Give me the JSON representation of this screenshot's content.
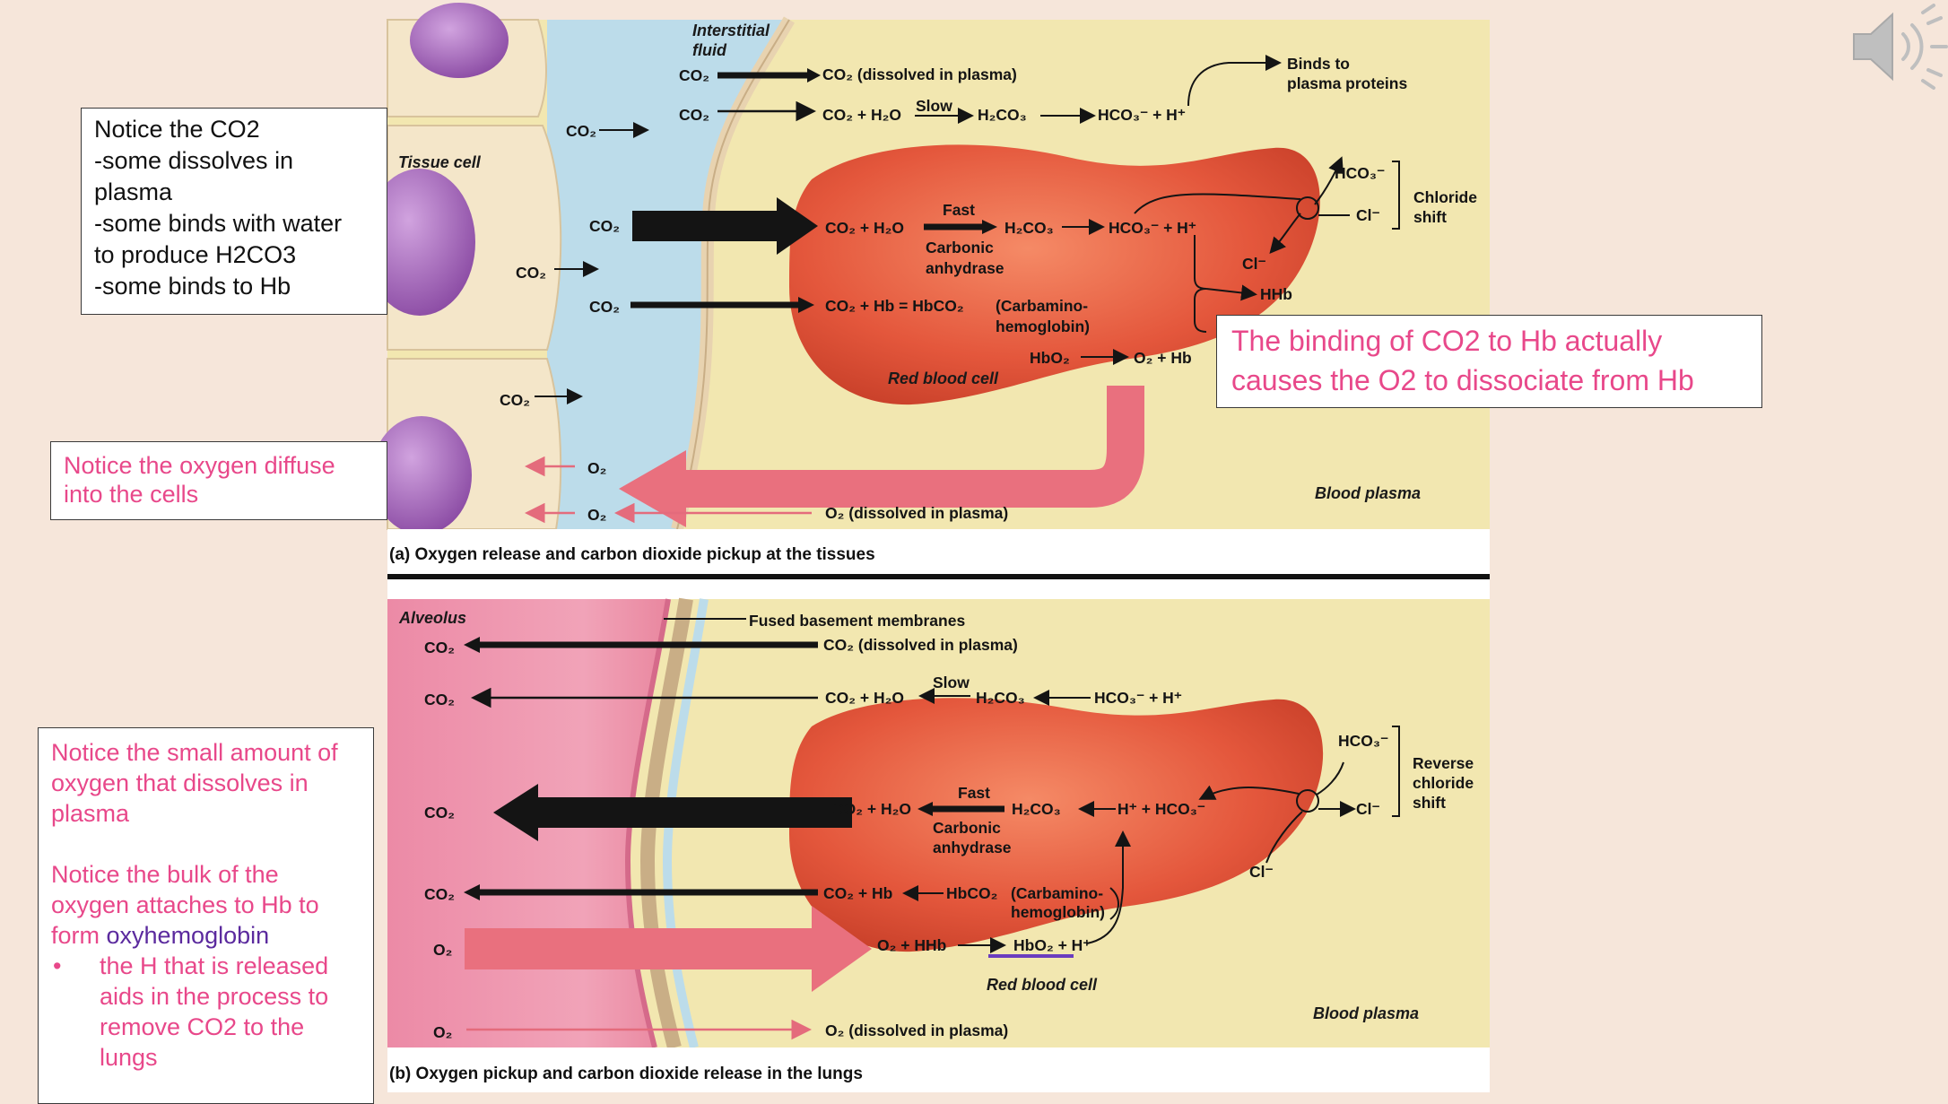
{
  "notes": {
    "co2_note": {
      "lines": [
        "Notice the CO2",
        "-some dissolves in",
        "plasma",
        "-some binds with water",
        "to produce H2CO3",
        "-some binds to Hb"
      ]
    },
    "oxygen_diffuse_note": {
      "lines": [
        "Notice the oxygen diffuse",
        "into the cells"
      ]
    },
    "binding_note": {
      "lines": [
        "The binding of CO2 to Hb actually",
        "causes the O2 to dissociate from Hb"
      ]
    },
    "lungs_note": {
      "para1": [
        "Notice the small amount of",
        "oxygen that dissolves in",
        "plasma"
      ],
      "para2_lines": [
        "Notice the bulk of the",
        "oxygen attaches to Hb to"
      ],
      "para2_last_prefix": "form ",
      "para2_highlight": "oxyhemoglobin",
      "bullet_symbol": "•",
      "bullet_lines": [
        "the H that is released",
        "aids in the process to",
        "remove CO2 to the",
        "lungs"
      ]
    }
  },
  "panel_a": {
    "caption": "(a)  Oxygen release and carbon dioxide pickup at the tissues",
    "labels": {
      "interstitial_1": "Interstitial",
      "interstitial_2": "fluid",
      "tissue_cell": "Tissue cell",
      "co2": "CO₂",
      "o2": "O₂",
      "co2_dissolved": "CO₂ (dissolved in plasma)",
      "eq_slow_left": "CO₂ + H₂O",
      "slow": "Slow",
      "h2co3": "H₂CO₃",
      "hco3_h": "HCO₃⁻  +  H⁺",
      "binds_1": "Binds to",
      "binds_2": "plasma proteins",
      "hco3": "HCO₃⁻",
      "cl": "Cl⁻",
      "chloride_1": "Chloride",
      "chloride_2": "shift",
      "fast": "Fast",
      "eq_fast_left": "CO₂ + H₂O",
      "carbonic_1": "Carbonic",
      "carbonic_2": "anhydrase",
      "hhb": "HHb",
      "carb_eq": "CO₂ + Hb = HbCO₂",
      "carb_1": "(Carbamino-",
      "carb_2": "hemoglobin)",
      "hbo2": "HbO₂",
      "o2_hb": "O₂  +  Hb",
      "rbc": "Red blood cell",
      "o2_dissolved": "O₂ (dissolved in plasma)",
      "blood_plasma": "Blood plasma"
    }
  },
  "panel_b": {
    "caption": "(b)  Oxygen pickup and carbon dioxide release in the lungs",
    "labels": {
      "alveolus": "Alveolus",
      "fused": "Fused basement membranes",
      "co2": "CO₂",
      "o2": "O₂",
      "co2_dissolved": "CO₂ (dissolved in plasma)",
      "slow": "Slow",
      "eq_left": "CO₂ + H₂O",
      "h2co3": "H₂CO₃",
      "hco3_h": "HCO₃⁻  +  H⁺",
      "hco3": "HCO₃⁻",
      "cl": "Cl⁻",
      "reverse_1": "Reverse",
      "reverse_2": "chloride",
      "reverse_3": "shift",
      "fast": "Fast",
      "carbonic_1": "Carbonic",
      "carbonic_2": "anhydrase",
      "h_hco3": "H⁺ + HCO₃⁻",
      "co2_hb": "CO₂ + Hb",
      "hbco2": "HbCO₂",
      "carb_1": "(Carbamino-",
      "carb_2": "hemoglobin)",
      "o2_hhb": "O₂ + HHb",
      "hbo2_h": "HbO₂ + H⁺",
      "rbc": "Red blood cell",
      "o2_dissolved": "O₂ (dissolved in plasma)",
      "blood_plasma": "Blood plasma"
    }
  },
  "icons": {
    "speaker": "speaker-icon"
  },
  "colors": {
    "pink_text": "#e8488a",
    "purple_text": "#5b2a9e",
    "rbc": "#e0543a",
    "plasma": "#f2e7b0",
    "interstitial": "#bcdcea",
    "tissue": "#f4e6c9",
    "nucleus": "#9a5fb0"
  }
}
